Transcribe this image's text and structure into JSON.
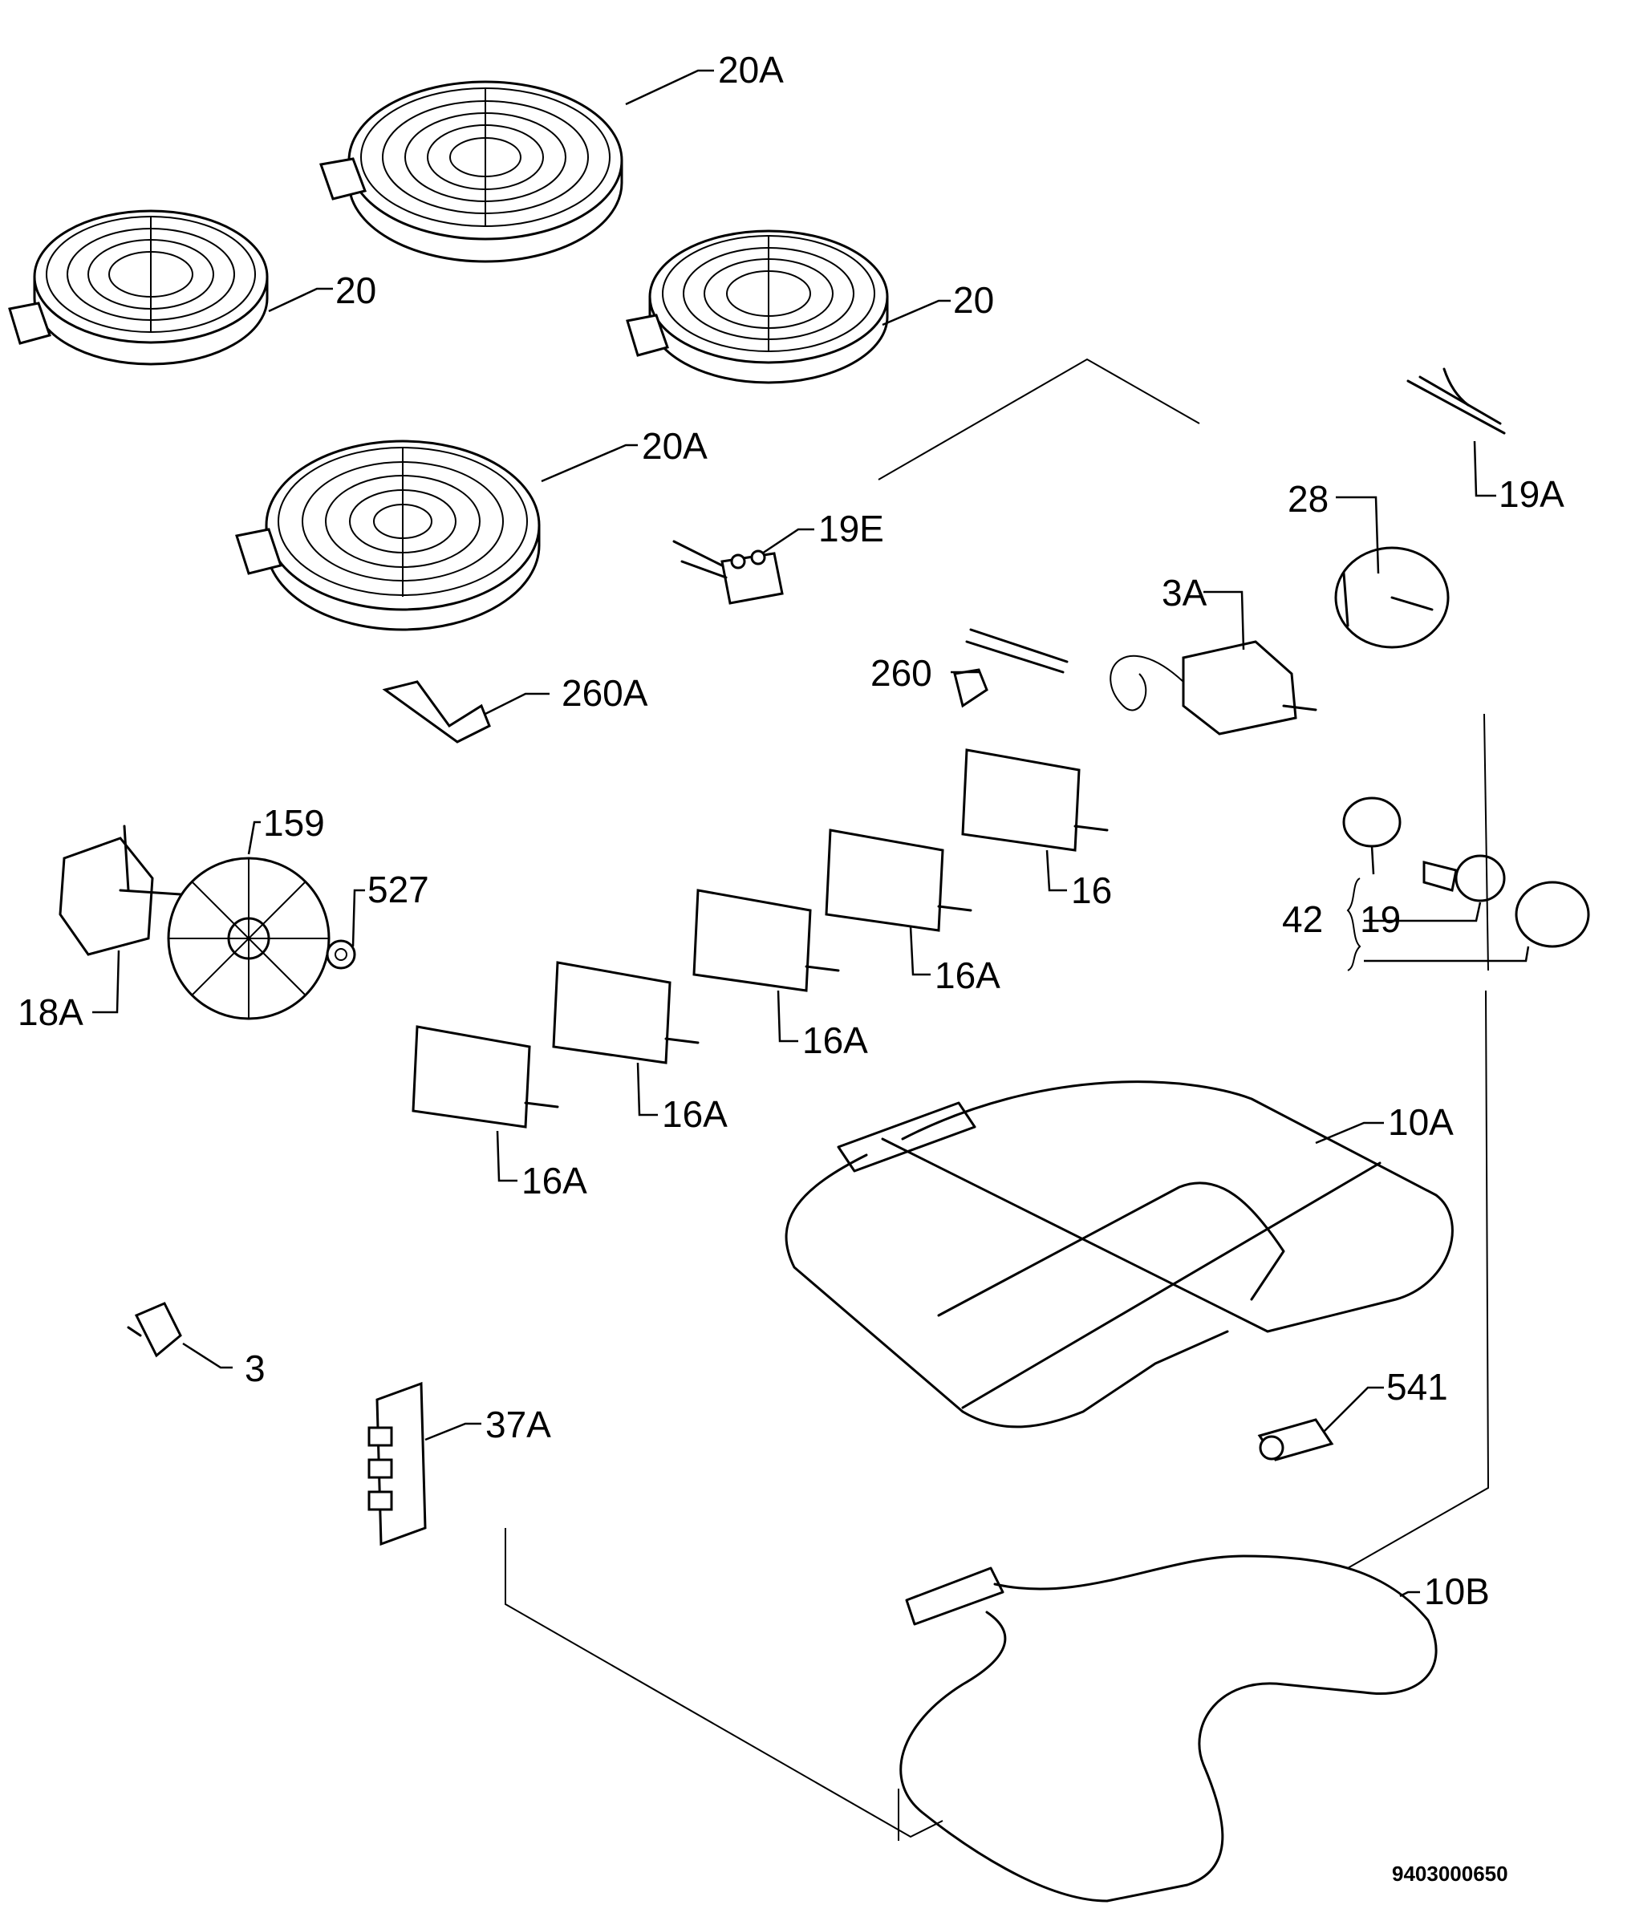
{
  "labels": {
    "l20A_top": "20A",
    "l20_left": "20",
    "l20_right": "20",
    "l20A_mid": "20A",
    "l19E": "19E",
    "l19A": "19A",
    "l28": "28",
    "l3A": "3A",
    "l260": "260",
    "l260A": "260A",
    "l159": "159",
    "l527": "527",
    "l18A": "18A",
    "l16": "16",
    "l16A_1": "16A",
    "l16A_2": "16A",
    "l16A_3": "16A",
    "l16A_4": "16A",
    "l42": "42",
    "l19": "19",
    "l10A": "10A",
    "l3": "3",
    "l37A": "37A",
    "l541": "541",
    "l10B": "10B"
  },
  "drawing_code": "9403000650"
}
